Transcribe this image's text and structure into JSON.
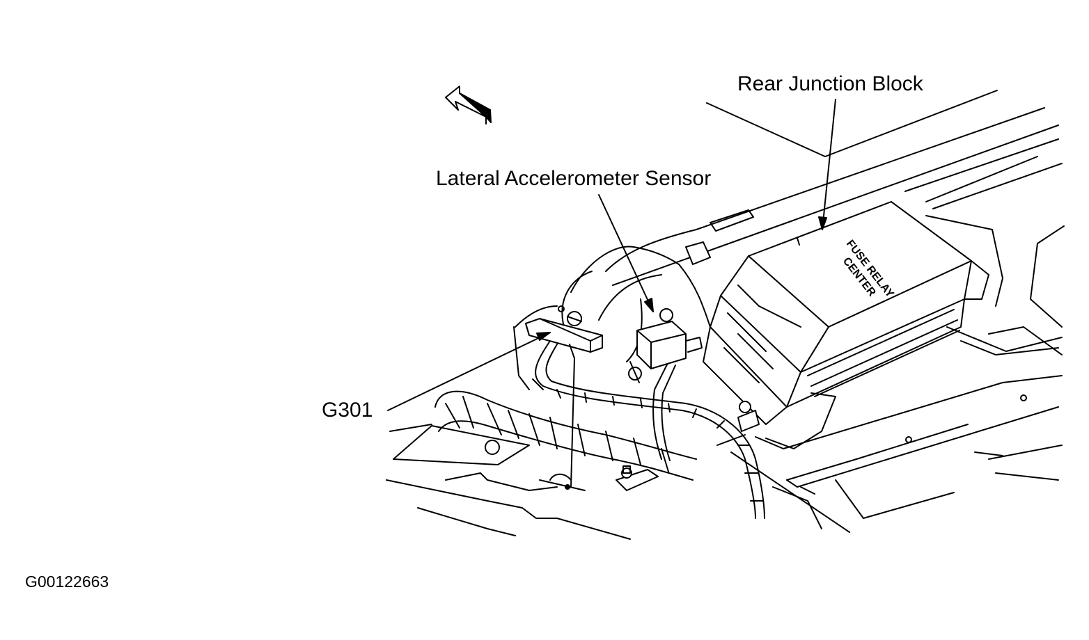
{
  "labels": {
    "rear_junction_block": "Rear Junction Block",
    "lateral_accelerometer_sensor": "Lateral Accelerometer Sensor",
    "g301": "G301",
    "figure_code": "G00122663"
  },
  "fuse_box_text": {
    "line1": "FUSE RELAY",
    "line2": "CENTER"
  },
  "icons": [
    "direction-arrow-icon"
  ],
  "colors": {
    "ink": "#000000",
    "background": "#ffffff"
  }
}
